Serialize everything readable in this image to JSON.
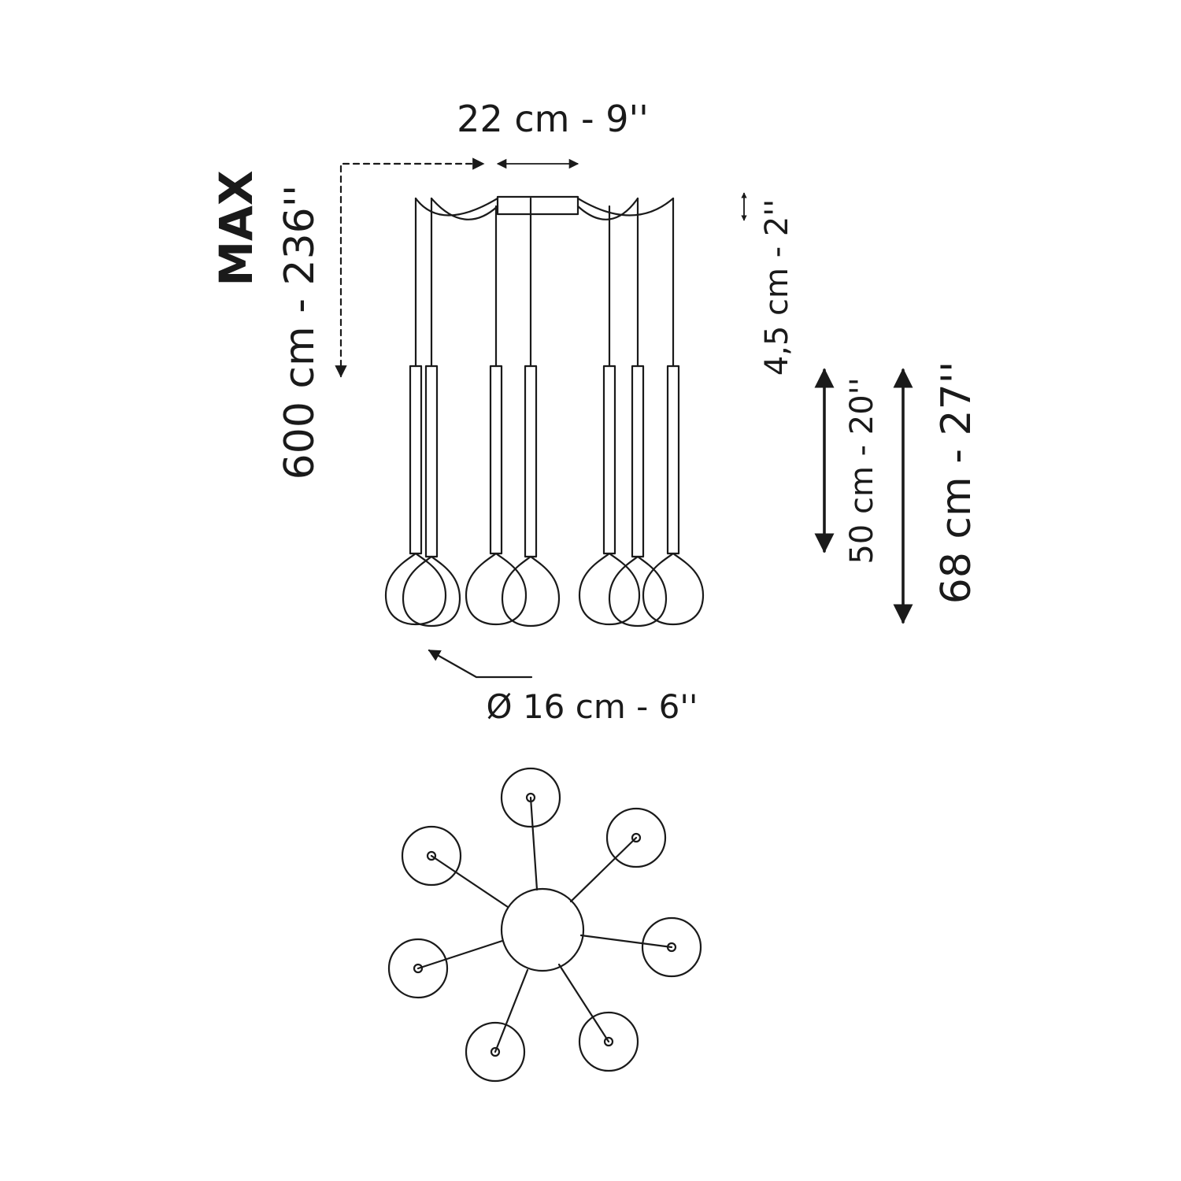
{
  "dimensions": {
    "canopy_width": "22 cm - 9''",
    "max_label": "MAX",
    "max_drop": "600 cm - 236''",
    "canopy_height": "4,5 cm - 2''",
    "short_pendant_height": "50 cm - 20''",
    "long_pendant_height": "68 cm - 27''",
    "shade_diameter": "Ø 16 cm - 6''"
  },
  "colors": {
    "line": "#1a1a1a",
    "background": "#ffffff"
  }
}
